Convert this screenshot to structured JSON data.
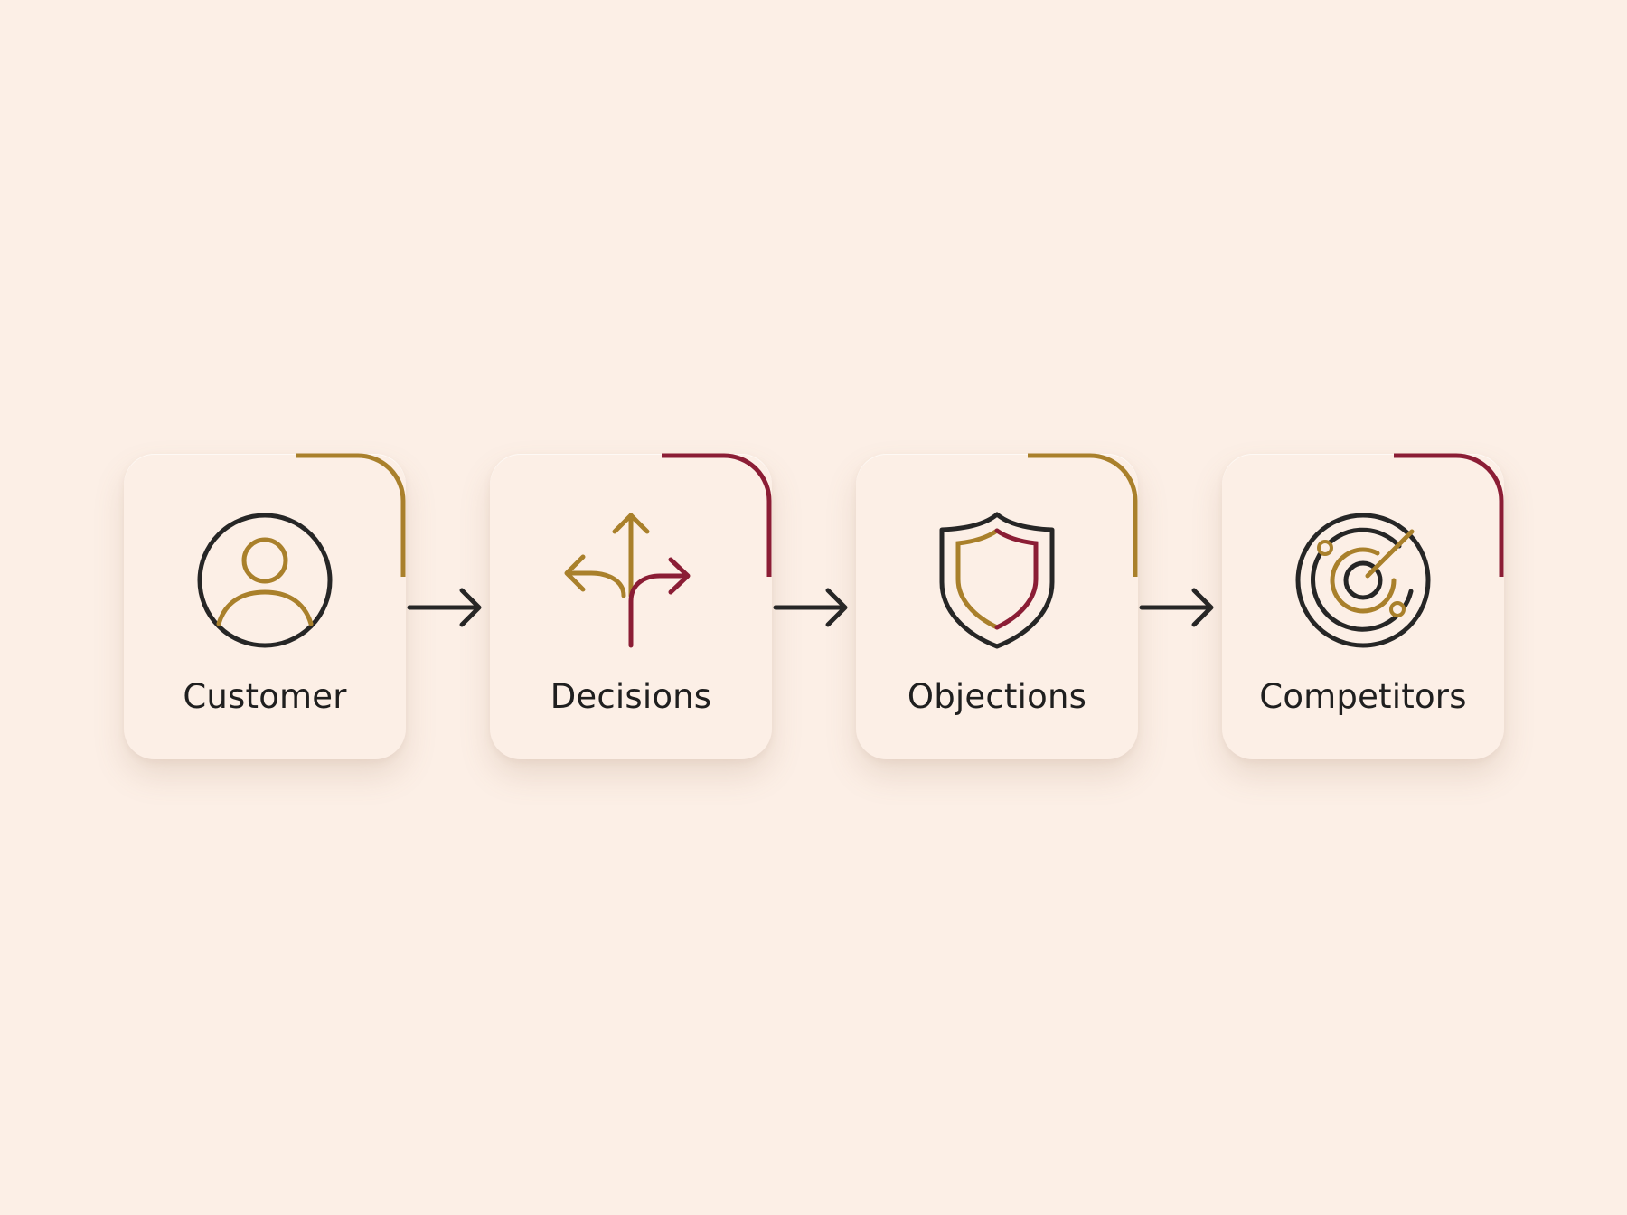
{
  "colors": {
    "background": "#fcefe6",
    "card": "#fcefe6",
    "gold": "#a9802b",
    "crimson": "#8b1d35",
    "ink": "#262626"
  },
  "steps": [
    {
      "label": "Customer",
      "icon": "user-icon",
      "accent": "gold"
    },
    {
      "label": "Decisions",
      "icon": "branching-arrows-icon",
      "accent": "crimson"
    },
    {
      "label": "Objections",
      "icon": "shield-icon",
      "accent": "gold"
    },
    {
      "label": "Competitors",
      "icon": "radar-target-icon",
      "accent": "crimson"
    }
  ]
}
